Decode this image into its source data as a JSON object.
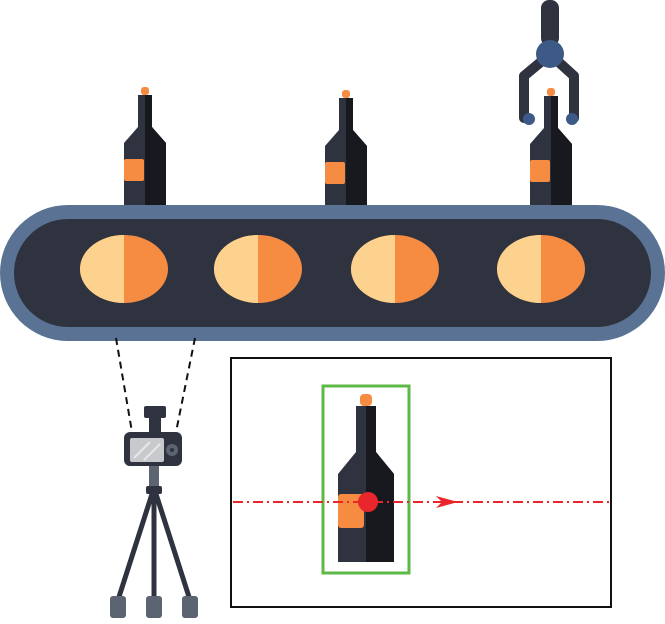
{
  "scene": {
    "bottle_count_on_belt": 3,
    "pulley_count": 4,
    "has_robot_gripper": true,
    "has_camera": true,
    "has_detection_view": true,
    "detection": {
      "box_color": "#5cb847",
      "scanline_color": "#e8262b",
      "centroid_color": "#e8262b",
      "direction": "right"
    }
  },
  "colors": {
    "belt_outer": "#5a7394",
    "belt_inner": "#2f3340",
    "pulley_light": "#fdd28e",
    "pulley_dark": "#f58c42",
    "bottle_body": "#2f3340",
    "bottle_shadow": "#17191f",
    "bottle_label": "#f58c42",
    "bottle_cap": "#f58c42",
    "gripper_arm": "#2f3340",
    "gripper_joint": "#3d5a86",
    "gripper_tip": "#3d5a86",
    "camera_body": "#2f3340",
    "camera_screen": "#c7c9cc",
    "tripod": "#2f3340",
    "tripod_foot": "#5b6470",
    "frame_border": "#111111"
  },
  "icons": [
    "bottle-icon",
    "robot-gripper-icon",
    "camera-icon",
    "tripod-icon",
    "arrow-right-icon"
  ]
}
